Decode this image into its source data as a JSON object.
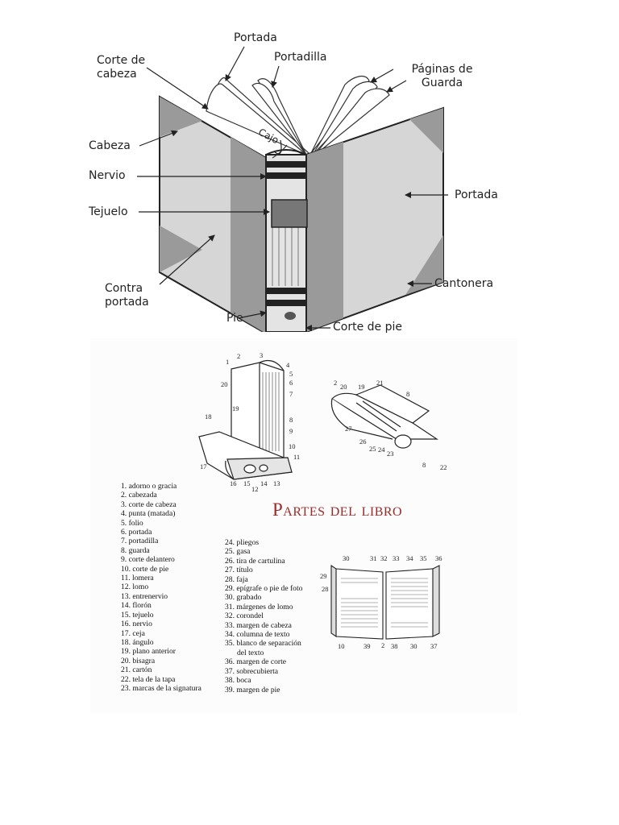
{
  "top_diagram": {
    "labels": {
      "portada_top": "Portada",
      "portadilla": "Portadilla",
      "corte_de_cabeza": "Corte de cabeza",
      "paginas_de_guarda": "Páginas de Guarda",
      "cabeza": "Cabeza",
      "cajo": "Cajo",
      "nervio": "Nervio",
      "tejuelo": "Tejuelo",
      "portada_right": "Portada",
      "contra_portada": "Contra portada",
      "cantonera": "Cantonera",
      "pie": "Pie",
      "corte_de_pie": "Corte de pie"
    }
  },
  "bottom_panel": {
    "title": "Partes del libro",
    "legend_left": [
      "1. adorno o gracia",
      "2. cabezada",
      "3. corte de cabeza",
      "4. punta (matada)",
      "5. folio",
      "6. portada",
      "7. portadilla",
      "8. guarda",
      "9. corte delantero",
      "10. corte de pie",
      "11. lomera",
      "12. lomo",
      "13. entrenervio",
      "14. florón",
      "15. tejuelo",
      "16. nervio",
      "17. ceja",
      "18. ángulo",
      "19. plano anterior",
      "20. bisagra",
      "21. cartón",
      "22. tela de la tapa",
      "23. marcas de la signatura"
    ],
    "legend_right": [
      "24. pliegos",
      "25. gasa",
      "26. tira de cartulina",
      "27. título",
      "28. faja",
      "29. epígrafe o pie de foto",
      "30. grabado",
      "31. márgenes de lomo",
      "32. corondel",
      "33. margen de cabeza",
      "34. columna de texto",
      "35. blanco de separación",
      "del texto",
      "36. margen de corte",
      "37. sobrecubierta",
      "38. boca",
      "39. margen de pie"
    ]
  }
}
